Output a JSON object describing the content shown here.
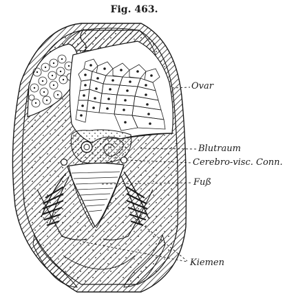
{
  "figure": {
    "title": "Fig. 463."
  },
  "labels": {
    "ovar": "Ovar",
    "blutraum": "Blutraum",
    "cerebro": "Cerebro-visc. Conn.",
    "fuss": "Fuß",
    "kiemen": "Kiemen"
  },
  "colors": {
    "ink": "#1a1a1a",
    "paper": "#ffffff"
  }
}
